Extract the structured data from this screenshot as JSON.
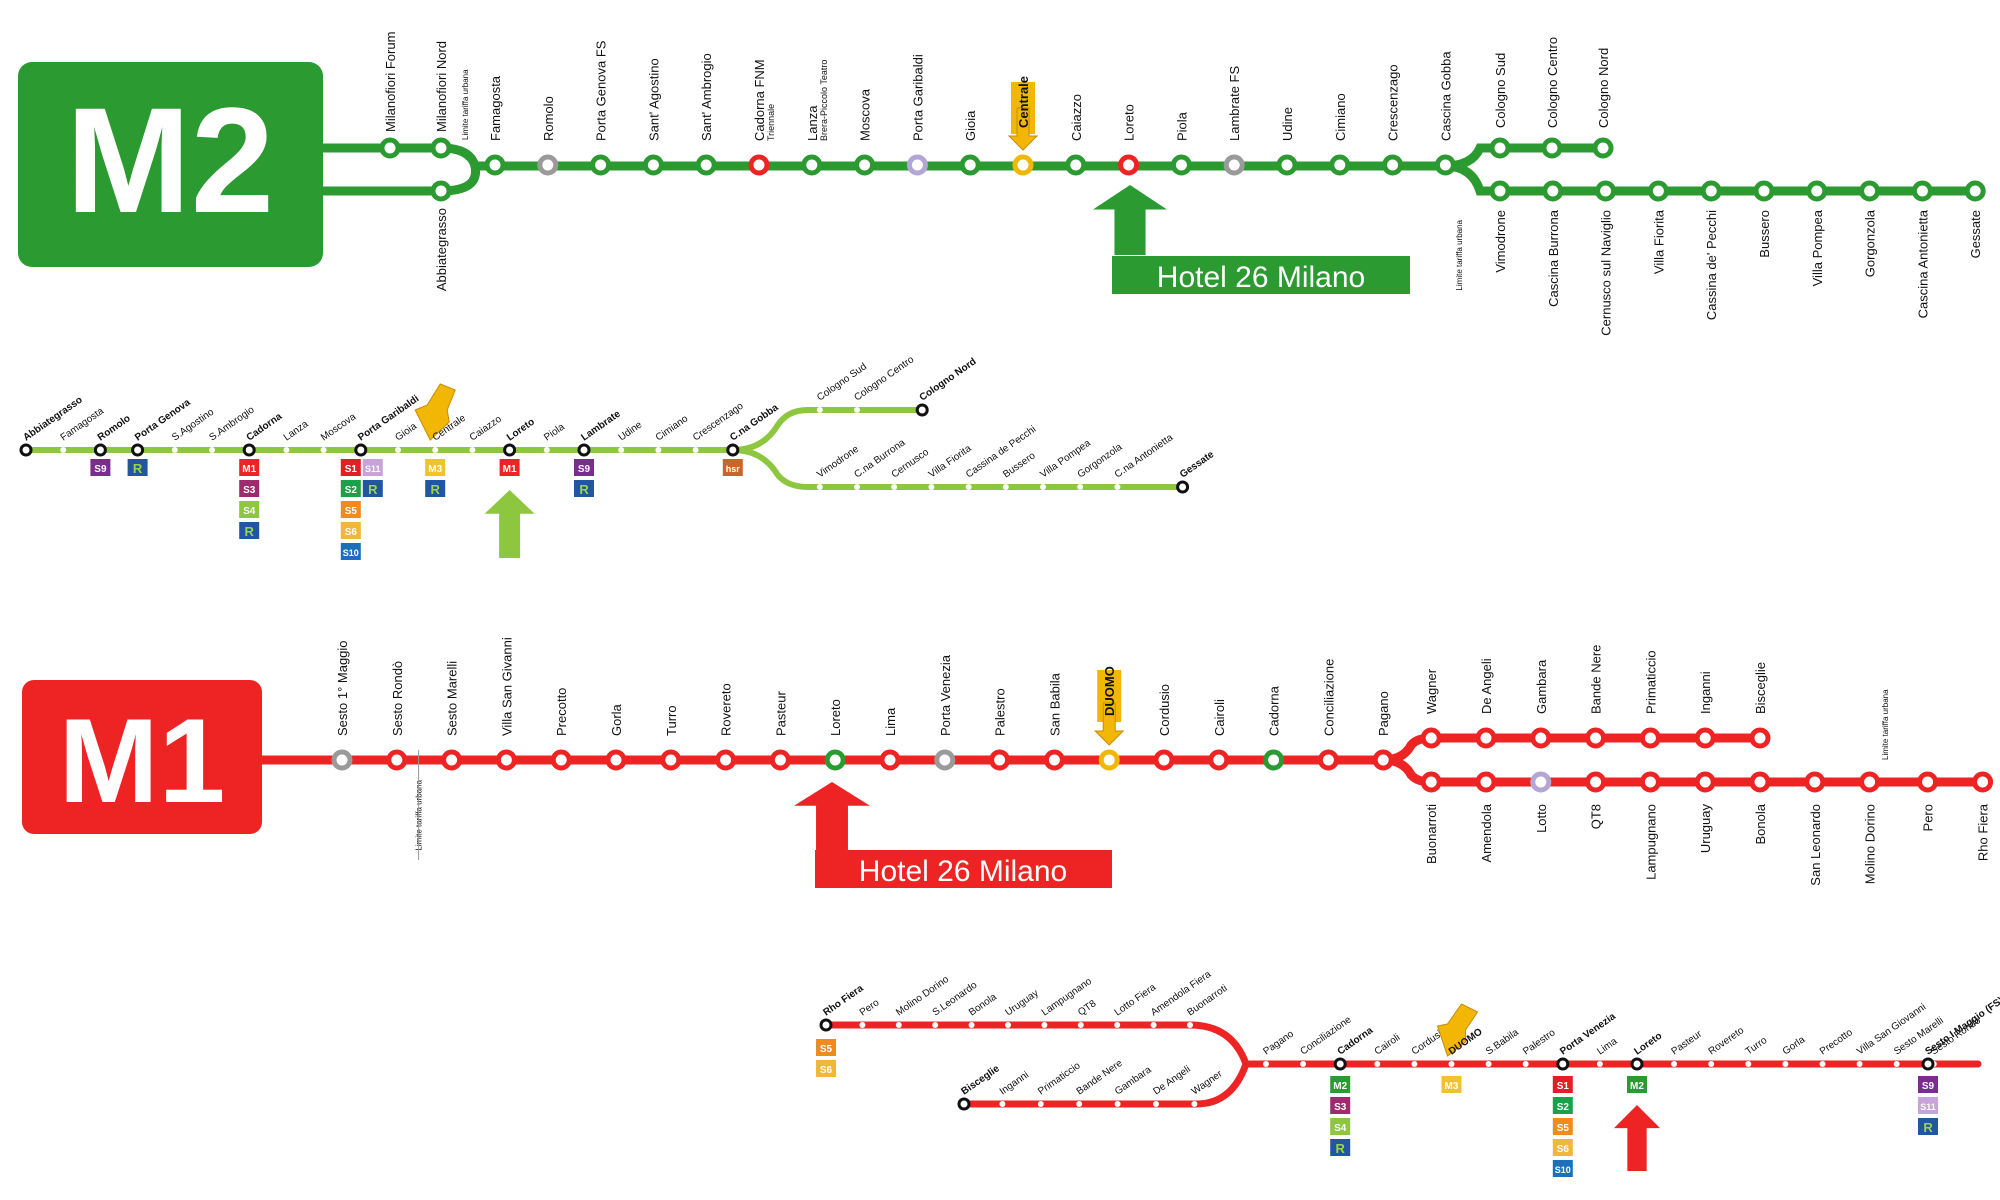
{
  "colors": {
    "m2": "#2b9a30",
    "m2_light": "#8dc63f",
    "m1": "#ee2424",
    "interchange_grey": "#9a9a9a",
    "interchange_red": "#ee2424",
    "interchange_lilac": "#b3a6d4",
    "interchange_yellow": "#f2b705",
    "interchange_green": "#2b9a30",
    "s1": "#e31f26",
    "s2": "#1aa14a",
    "s3": "#9e2b6e",
    "s4": "#8dc63f",
    "s5": "#f08b1d",
    "s6": "#f2b63a",
    "s9": "#7b2d8f",
    "s10": "#1d70b8",
    "s11": "#c7a3d8",
    "m3": "#f2c12e",
    "r": "#2156a3",
    "hsr": "#c8652b"
  },
  "m2": {
    "badge": "M2",
    "limit_label": "Limite tariffa urbana",
    "hotel_label": "Hotel 26 Milano",
    "branch_west_top": [
      "Milanofiori Forum",
      "Milanofiori Nord"
    ],
    "branch_west_bottom": [
      "Abbiategrasso"
    ],
    "trunk": [
      "Famagosta",
      "Romolo",
      "Porta Genova FS",
      "Sant' Agostino",
      "Sant' Ambrogio",
      "Cadorna FNM",
      "Lanza",
      "Moscova",
      "Porta Garibaldi",
      "Gioia",
      "Centrale",
      "Caiazzo",
      "Loreto",
      "Piola",
      "Lambrate FS",
      "Udine",
      "Cimiano",
      "Crescenzago",
      "Cascina Gobba"
    ],
    "trunk_sub": {
      "Cadorna FNM": "Triennale",
      "Lanza": "Brera-Piccolo Teatro"
    },
    "branch_east_top": [
      "Cologno Sud",
      "Cologno Centro",
      "Cologno Nord"
    ],
    "branch_east_bottom": [
      "Vimodrone",
      "Cascina Burrona",
      "Cernusco sul Naviglio",
      "Villa Fiorita",
      "Cassina de' Pecchi",
      "Bussero",
      "Villa Pompea",
      "Gorgonzola",
      "Cascina Antonietta",
      "Gessate"
    ]
  },
  "m2_small": {
    "trunk": [
      "Abbiategrasso",
      "Famagosta",
      "Romolo",
      "Porta Genova",
      "S.Agostino",
      "S.Ambrogio",
      "Cadorna",
      "Lanza",
      "Moscova",
      "Porta Garibaldi",
      "Gioia",
      "Centrale",
      "Caiazzo",
      "Loreto",
      "Piola",
      "Lambrate",
      "Udine",
      "Cimiano",
      "Crescenzago",
      "C.na Gobba"
    ],
    "bold": [
      "Abbiategrasso",
      "Romolo",
      "Porta Genova",
      "Cadorna",
      "Porta Garibaldi",
      "Loreto",
      "Lambrate",
      "C.na Gobba"
    ],
    "top": [
      "Cologno Sud",
      "Cologno Centro",
      "Cologno Nord"
    ],
    "bottom": [
      "Vimodrone",
      "C.na Burrona",
      "Cernusco",
      "Villa Fiorita",
      "Cassina de Pecchi",
      "Bussero",
      "Villa Pompea",
      "Gorgonzola",
      "C.na Antonietta",
      "Gessate"
    ],
    "badges": {
      "Romolo": [
        "S9"
      ],
      "Porta Genova": [
        "R"
      ],
      "Cadorna": [
        "M1",
        "S3",
        "S4",
        "R"
      ],
      "Porta Garibaldi": [
        "S1",
        "S11",
        "S2",
        "R",
        "S5",
        "S6",
        "S10"
      ],
      "Centrale": [
        "M3",
        "R"
      ],
      "Loreto": [
        "M1"
      ],
      "Lambrate": [
        "S9",
        "R"
      ],
      "C.na Gobba": [
        "hsr"
      ]
    }
  },
  "m1": {
    "badge": "M1",
    "limit_label": "Limite tariffa urbana",
    "hotel_label": "Hotel 26 Milano",
    "trunk": [
      "Sesto 1° Maggio",
      "Sesto Rondò",
      "Sesto Marelli",
      "Villa San Givanni",
      "Precotto",
      "Gorla",
      "Turro",
      "Rovereto",
      "Pasteur",
      "Loreto",
      "Lima",
      "Porta Venezia",
      "Palestro",
      "San Babila",
      "DUOMO",
      "Cordusio",
      "Cairoli",
      "Cadorna",
      "Conciliazione",
      "Pagano"
    ],
    "branch_top": [
      "Wagner",
      "De Angeli",
      "Gambara",
      "Bande Nere",
      "Primaticcio",
      "Inganni",
      "Bisceglie"
    ],
    "branch_bottom": [
      "Buonarroti",
      "Amendola",
      "Lotto",
      "QT8",
      "Lampugnano",
      "Uruguay",
      "Bonola",
      "San Leonardo",
      "Molino Dorino",
      "Pero",
      "Rho Fiera"
    ]
  },
  "m1_small": {
    "top": [
      "Rho Fiera",
      "Pero",
      "Molino Dorino",
      "S.Leonardo",
      "Bonola",
      "Uruguay",
      "Lampugnano",
      "QT8",
      "Lotto Fiera",
      "Amendola Fiera",
      "Buonarroti"
    ],
    "bottom": [
      "Bisceglie",
      "Inganni",
      "Primaticcio",
      "Bande Nere",
      "Gambara",
      "De Angeli",
      "Wagner"
    ],
    "trunk": [
      "Pagano",
      "Conciliazione",
      "Cadorna",
      "Cairoli",
      "Cordusio",
      "DUOMO",
      "S.Babila",
      "Palestro",
      "Porta Venezia",
      "Lima",
      "Loreto",
      "Pasteur",
      "Rovereto",
      "Turro",
      "Gorla",
      "Precotto",
      "Villa San Giovanni",
      "Sesto Marelli",
      "Sesto Rondò",
      "Sesto I Maggio (FS)"
    ],
    "bold": [
      "Rho Fiera",
      "Bisceglie",
      "Cadorna",
      "Porta Venezia",
      "Loreto",
      "Sesto I Maggio (FS)"
    ],
    "badges": {
      "Rho Fiera": [
        "S5",
        "S6"
      ],
      "Cadorna": [
        "M2",
        "S3",
        "S4",
        "R"
      ],
      "DUOMO": [
        "M3"
      ],
      "Porta Venezia": [
        "S1",
        "S2",
        "S5",
        "S6",
        "S10"
      ],
      "Loreto": [
        "M2"
      ],
      "Sesto I Maggio (FS)": [
        "S9",
        "S11",
        "R"
      ]
    }
  }
}
